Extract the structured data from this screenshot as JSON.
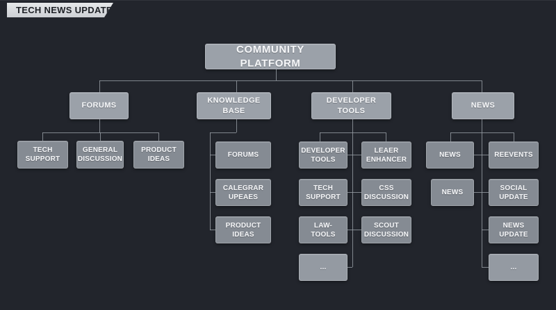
{
  "badge": {
    "label": "TECH NEWS UPDATE"
  },
  "root": {
    "label": "COMMUNITY PLATFORM"
  },
  "branches": {
    "forums": {
      "label": "FORUMS",
      "children": [
        "TECH\nSUPPORT",
        "GENERAL\nDISCUSSION",
        "PRODUCT\nIDEAS"
      ]
    },
    "knowledge_base": {
      "label": "KNOWLEDGE BASE",
      "children": [
        "FORUMS",
        "CALEGRAR\nUPEAES",
        "PRODUCT\nIDEAS"
      ]
    },
    "developer_tools": {
      "label": "DEVELOPER TOOLS",
      "left": [
        "DEVELOPER\nTOOLS",
        "TECH\nSUPPORT",
        "LAW-\nTOOLS",
        "..."
      ],
      "right": [
        "LEAER\nENHANCER",
        "CSS\nDISCUSSION",
        "SCOUT\nDISCUSSION"
      ]
    },
    "news": {
      "label": "NEWS",
      "left": [
        "NEWS",
        "NEWS"
      ],
      "right": [
        "REEVENTS",
        "SOCIAL\nUPDATE",
        "NEWS\nUPDATE",
        "..."
      ]
    }
  },
  "colors": {
    "background": "#22252c",
    "node_parent": "#9ba1a9",
    "node_child": "#858b93",
    "connector": "#9aa0a8",
    "badge_bg": "#cdd0d4",
    "badge_text": "#1d2025"
  }
}
